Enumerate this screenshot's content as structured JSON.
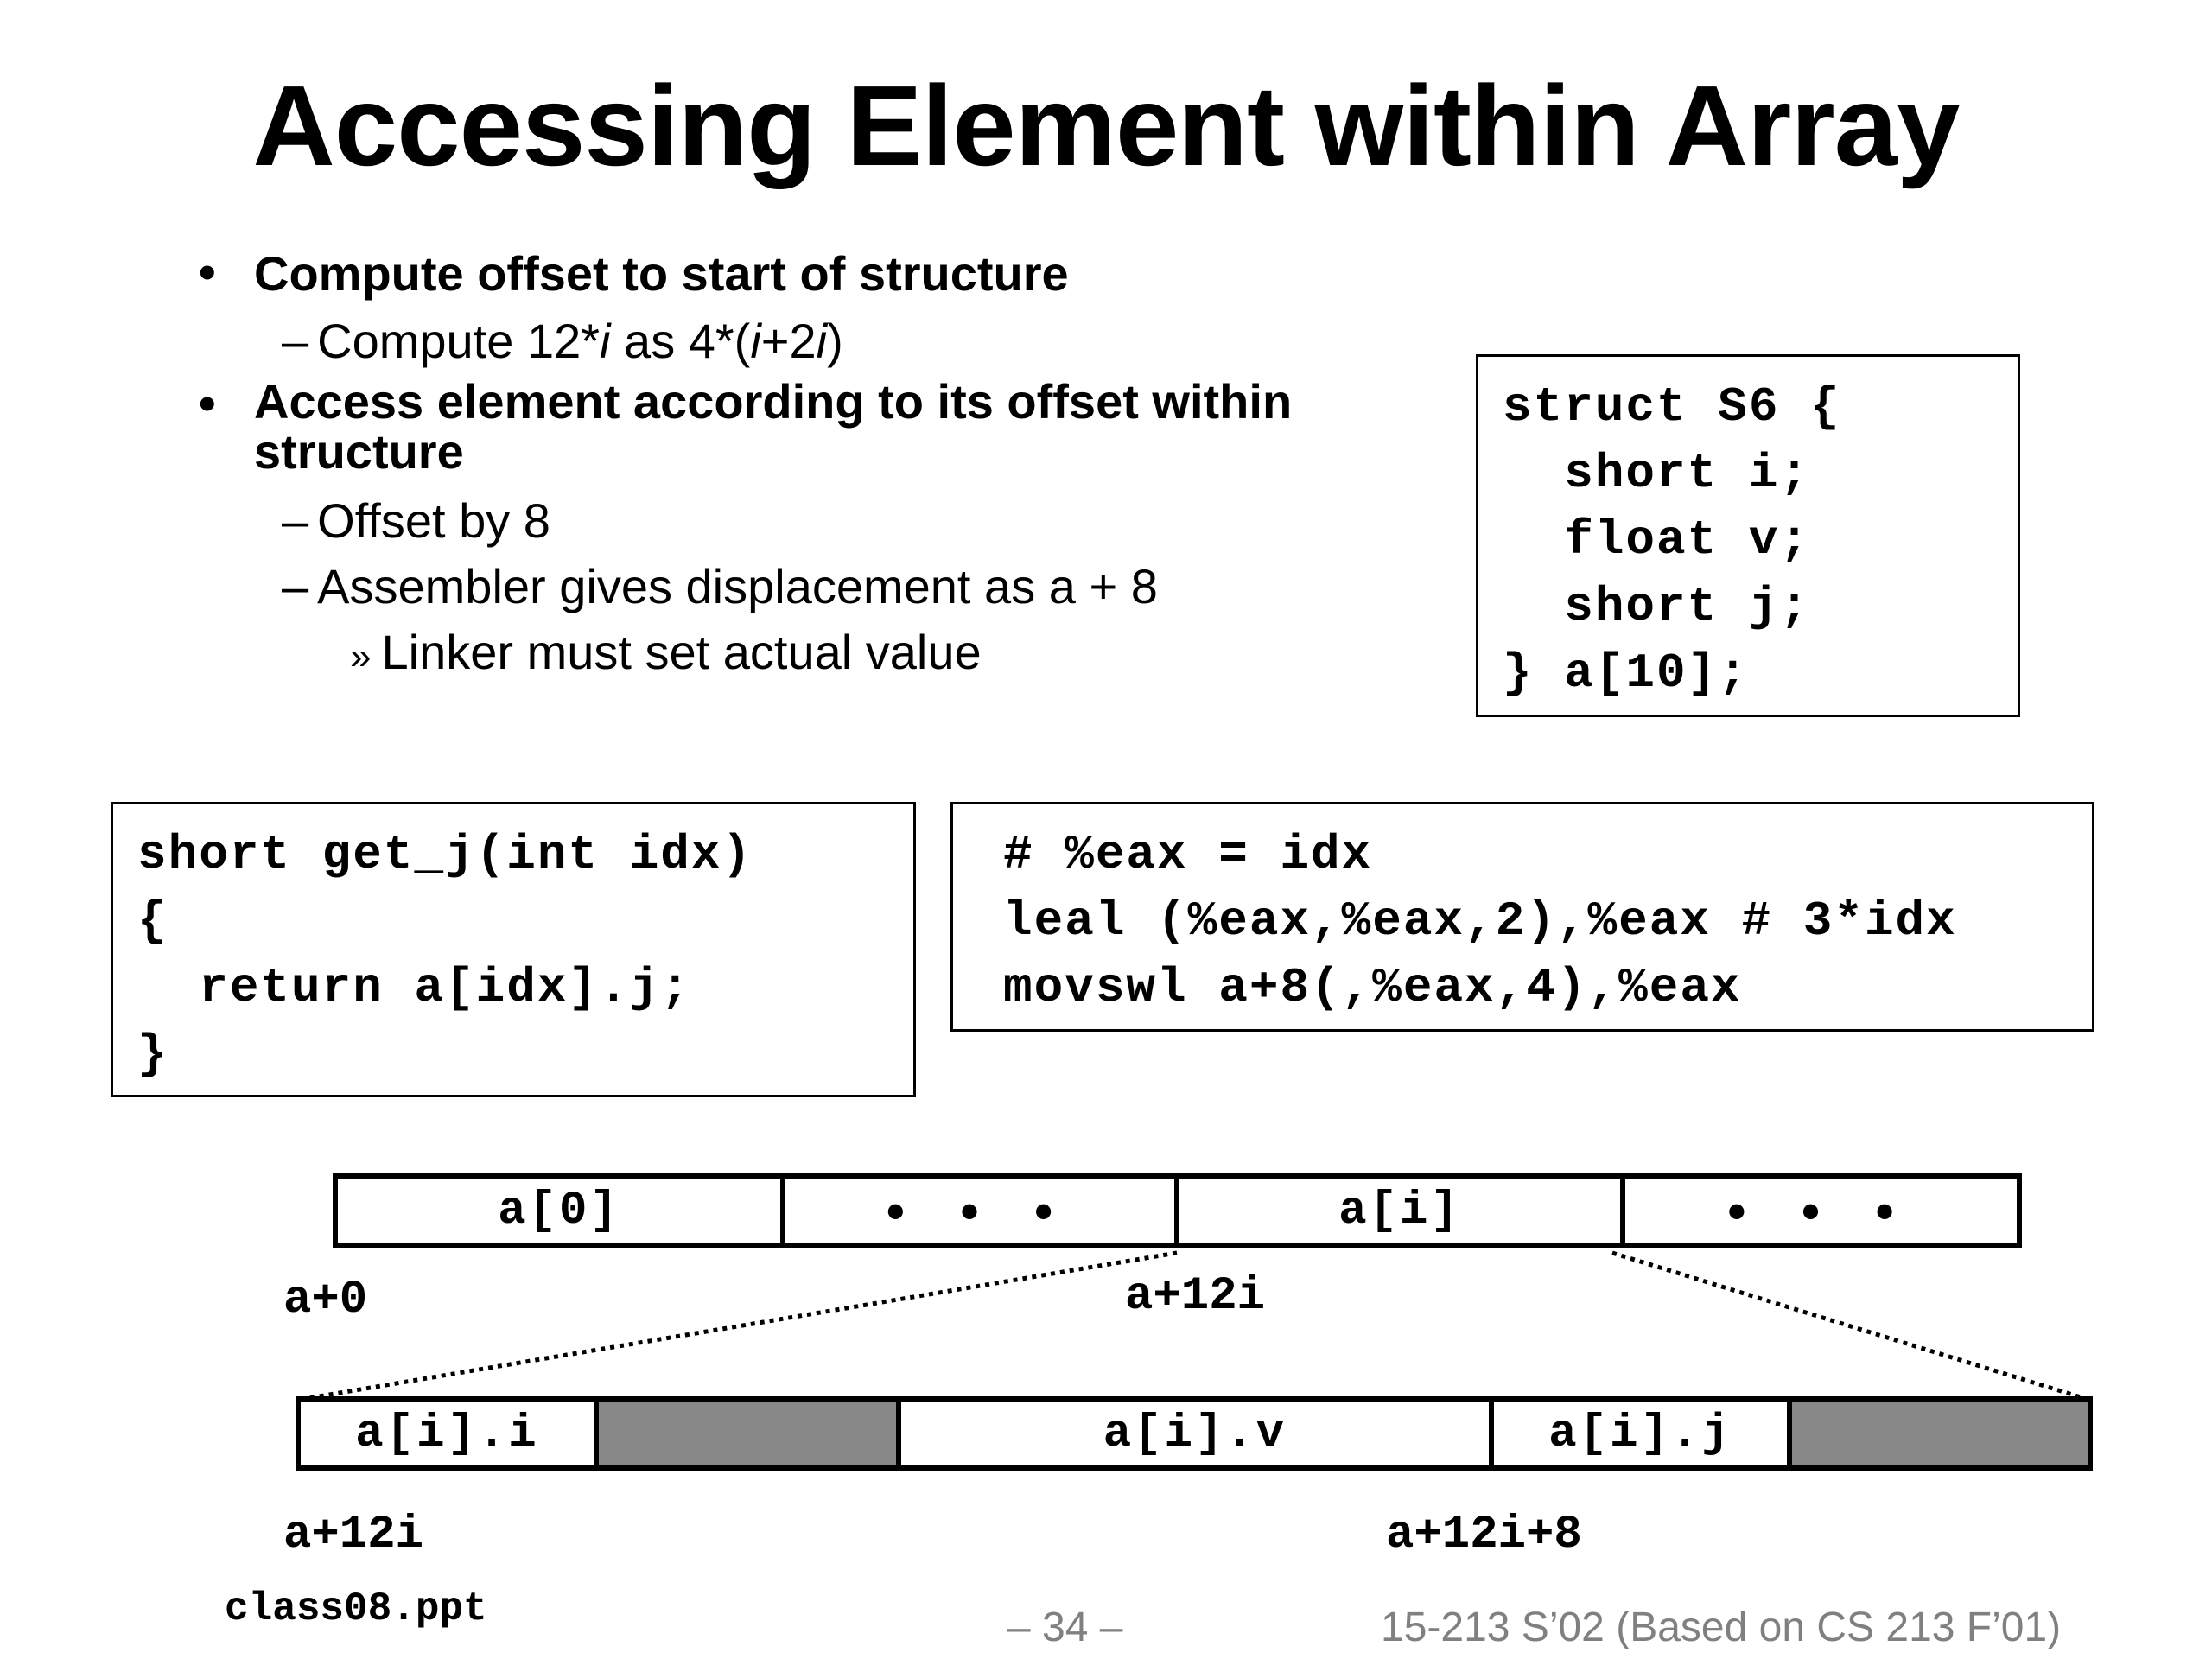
{
  "title": "Accessing Element within Array",
  "bullets": [
    {
      "text": "Compute offset to start of structure",
      "subs": [
        {
          "parts": [
            "Compute 12*",
            "i",
            " as 4*(",
            "i",
            "+2",
            "i",
            ")"
          ]
        }
      ]
    },
    {
      "text_line1": "Access element according to its offset within",
      "text_line2": "structure",
      "subs": [
        {
          "text": "Offset by 8"
        },
        {
          "text": "Assembler gives displacement as a + 8"
        }
      ],
      "subsub": "Linker must set actual value"
    }
  ],
  "struct_code": [
    "struct S6 {",
    "  short i;",
    "  float v;",
    "  short j;",
    "} a[10];"
  ],
  "func_code": [
    "short get_j(int idx)",
    "{",
    "  return a[idx].j;",
    "}"
  ],
  "asm_code": [
    "# %eax = idx",
    "leal (%eax,%eax,2),%eax # 3*idx",
    "movswl a+8(,%eax,4),%eax"
  ],
  "array_cells": [
    "a[0]",
    "• • •",
    "a[i]",
    "• • •"
  ],
  "elem_cells": [
    "a[i].i",
    "",
    "a[i].v",
    "a[i].j",
    ""
  ],
  "addr_labels": {
    "a0": "a+0",
    "a12i_top": "a+12i",
    "a12i_bottom": "a+12i",
    "a12i8": "a+12i+8"
  },
  "footer": {
    "left": "class08.ppt",
    "center": "– 34 –",
    "right": "15-213 S’02 (Based on CS 213 F’01)"
  },
  "colors": {
    "padding_fill": "#888888",
    "footer_text": "#808080"
  }
}
